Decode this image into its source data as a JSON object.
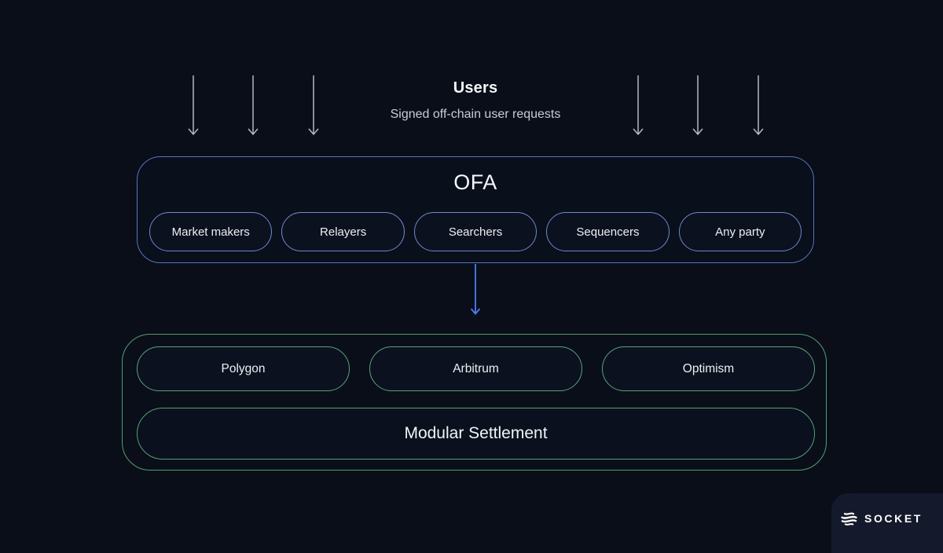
{
  "users": {
    "title": "Users",
    "subtitle": "Signed off-chain user requests"
  },
  "ofa": {
    "title": "OFA",
    "pills": [
      "Market makers",
      "Relayers",
      "Searchers",
      "Sequencers",
      "Any party"
    ]
  },
  "settlement": {
    "chains": [
      "Polygon",
      "Arbitrum",
      "Optimism"
    ],
    "label": "Modular Settlement"
  },
  "brand": {
    "name": "SOCKET"
  },
  "colors": {
    "background": "#090e19",
    "ofa_box_border": "#5673bd",
    "ofa_pill_border": "#6e88ca",
    "green_border": "#55a173",
    "flow_arrow_blue": "#4d7bf3",
    "request_arrow_gray": "#b4b8c0",
    "brand_panel_bg": "#141a2b"
  }
}
